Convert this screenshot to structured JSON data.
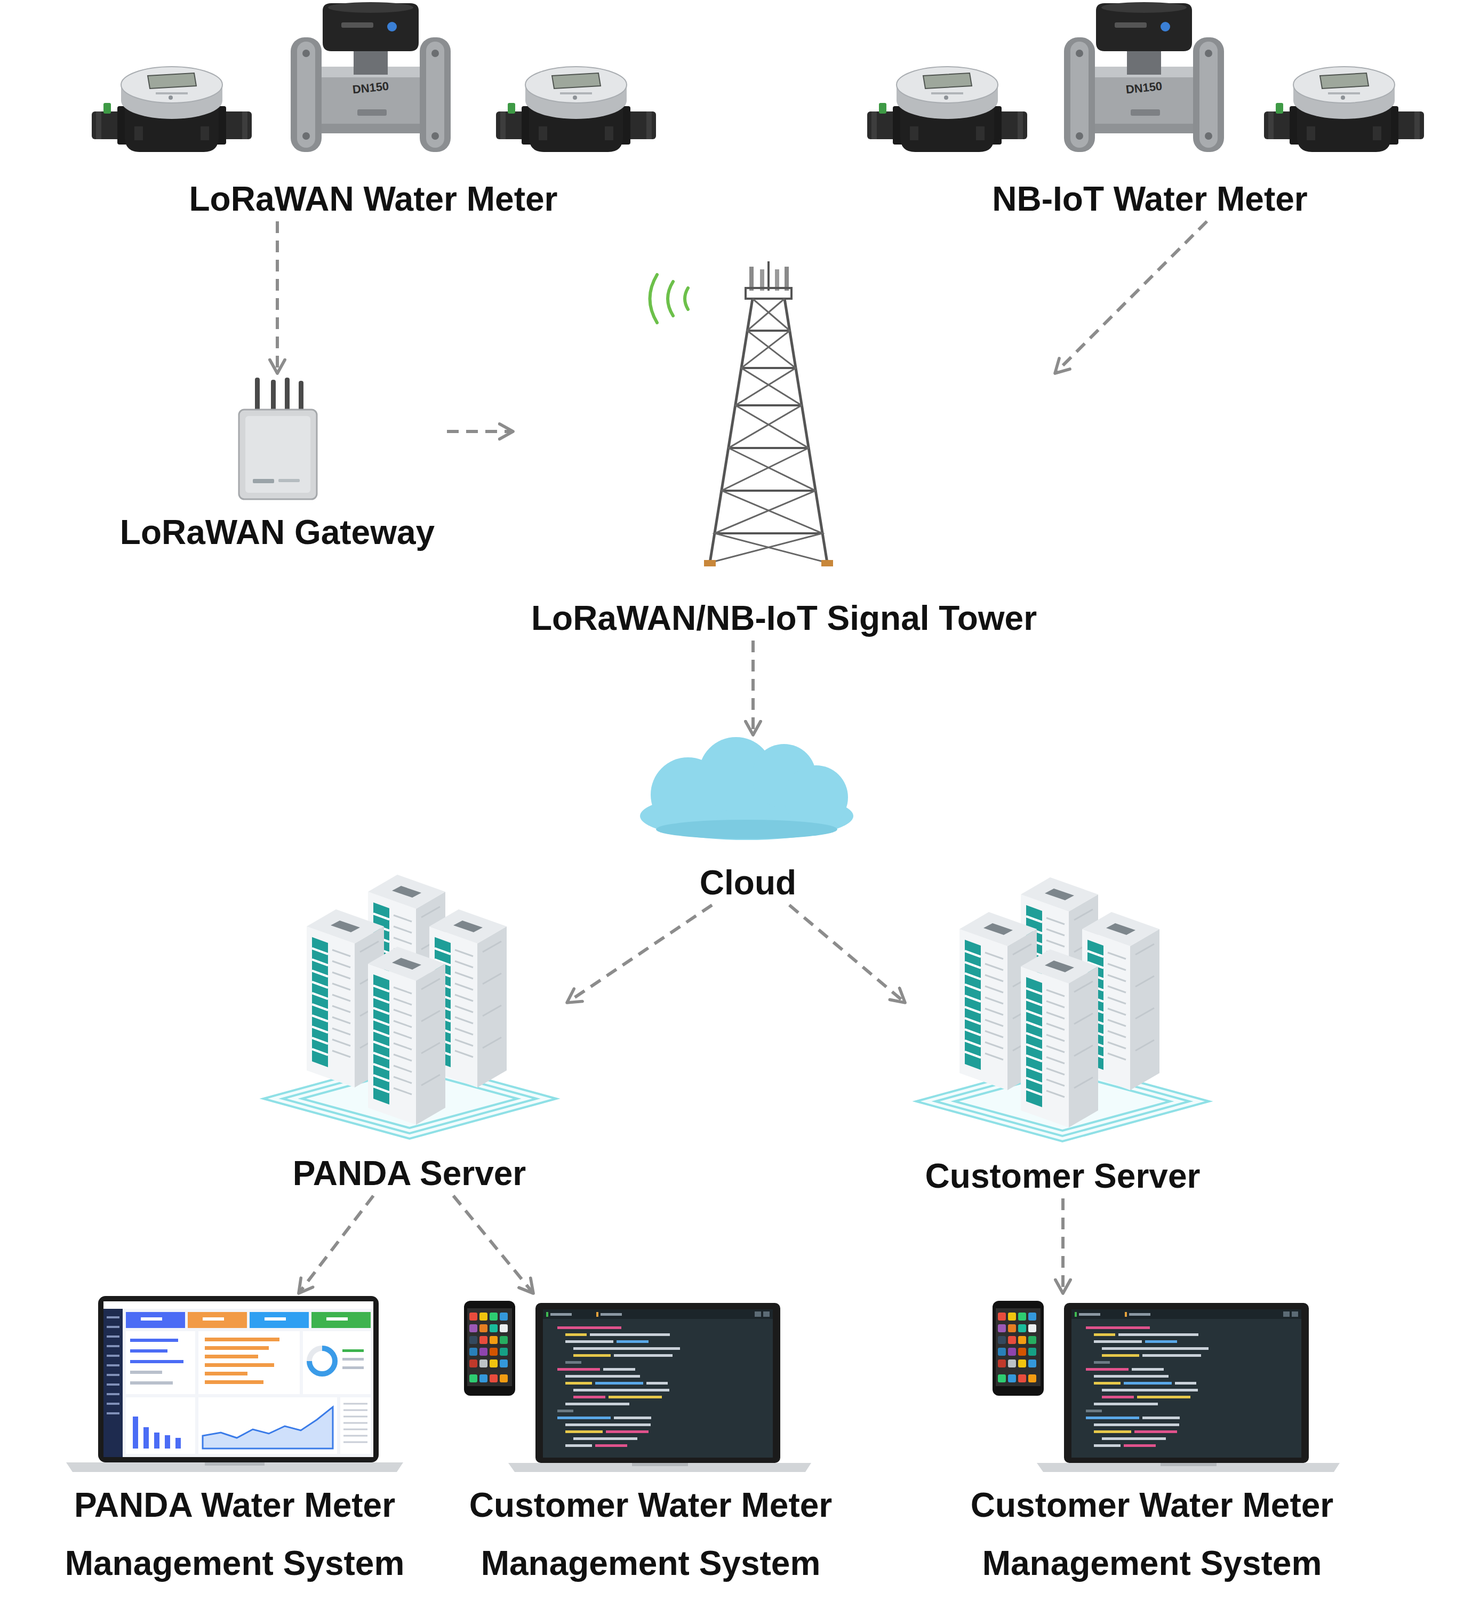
{
  "diagram": {
    "nodes": [
      {
        "text": [
          "LoRaWAN Water Meter"
        ]
      },
      {
        "text": [
          "NB-IoT Water Meter"
        ]
      },
      {
        "text": [
          "LoRaWAN Gateway"
        ]
      },
      {
        "text": [
          "LoRaWAN/NB-IoT Signal Tower"
        ]
      },
      {
        "text": [
          "Cloud"
        ]
      },
      {
        "text": [
          "PANDA Server"
        ]
      },
      {
        "text": [
          "Customer Server"
        ]
      },
      {
        "text": [
          "PANDA Water Meter Management System"
        ]
      },
      {
        "text": [
          "Customer Water Meter Management System"
        ]
      },
      {
        "text": [
          "Customer Water Meter Management System"
        ]
      }
    ],
    "edges": [
      {
        "from": 0,
        "to": 2,
        "arrow": "to"
      },
      {
        "from": 2,
        "to": 3,
        "arrow": "to"
      },
      {
        "from": 1,
        "to": 3,
        "arrow": "to"
      },
      {
        "from": 3,
        "to": 4,
        "arrow": "to"
      },
      {
        "from": 4,
        "to": 5,
        "arrow": "to"
      },
      {
        "from": 4,
        "to": 6,
        "arrow": "to"
      },
      {
        "from": 5,
        "to": 7,
        "arrow": "to"
      },
      {
        "from": 5,
        "to": 8,
        "arrow": "to"
      },
      {
        "from": 6,
        "to": 9,
        "arrow": "to"
      }
    ],
    "labels": [
      "DN150",
      "DN150"
    ]
  }
}
